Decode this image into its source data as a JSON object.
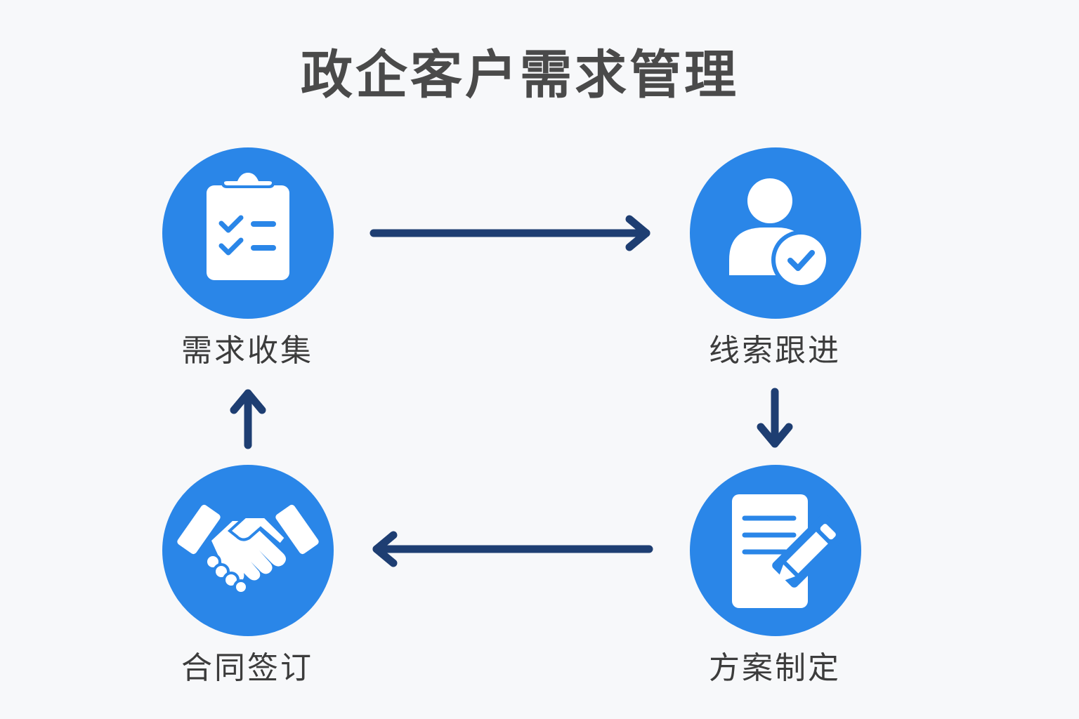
{
  "title": "政企客户需求管理",
  "colors": {
    "node_fill": "#2a86e8",
    "arrow": "#1e3e72",
    "title_text": "#4a4a4a",
    "label_text": "#3c3c3c",
    "background": "#f7f8fa"
  },
  "steps": [
    {
      "label": "需求收集",
      "icon": "clipboard-checklist-icon"
    },
    {
      "label": "线索跟进",
      "icon": "user-check-icon"
    },
    {
      "label": "方案制定",
      "icon": "document-edit-icon"
    },
    {
      "label": "合同签订",
      "icon": "handshake-icon"
    }
  ],
  "flow": [
    {
      "from": "需求收集",
      "to": "线索跟进",
      "direction": "right"
    },
    {
      "from": "线索跟进",
      "to": "方案制定",
      "direction": "down"
    },
    {
      "from": "方案制定",
      "to": "合同签订",
      "direction": "left"
    },
    {
      "from": "合同签订",
      "to": "需求收集",
      "direction": "up"
    }
  ]
}
